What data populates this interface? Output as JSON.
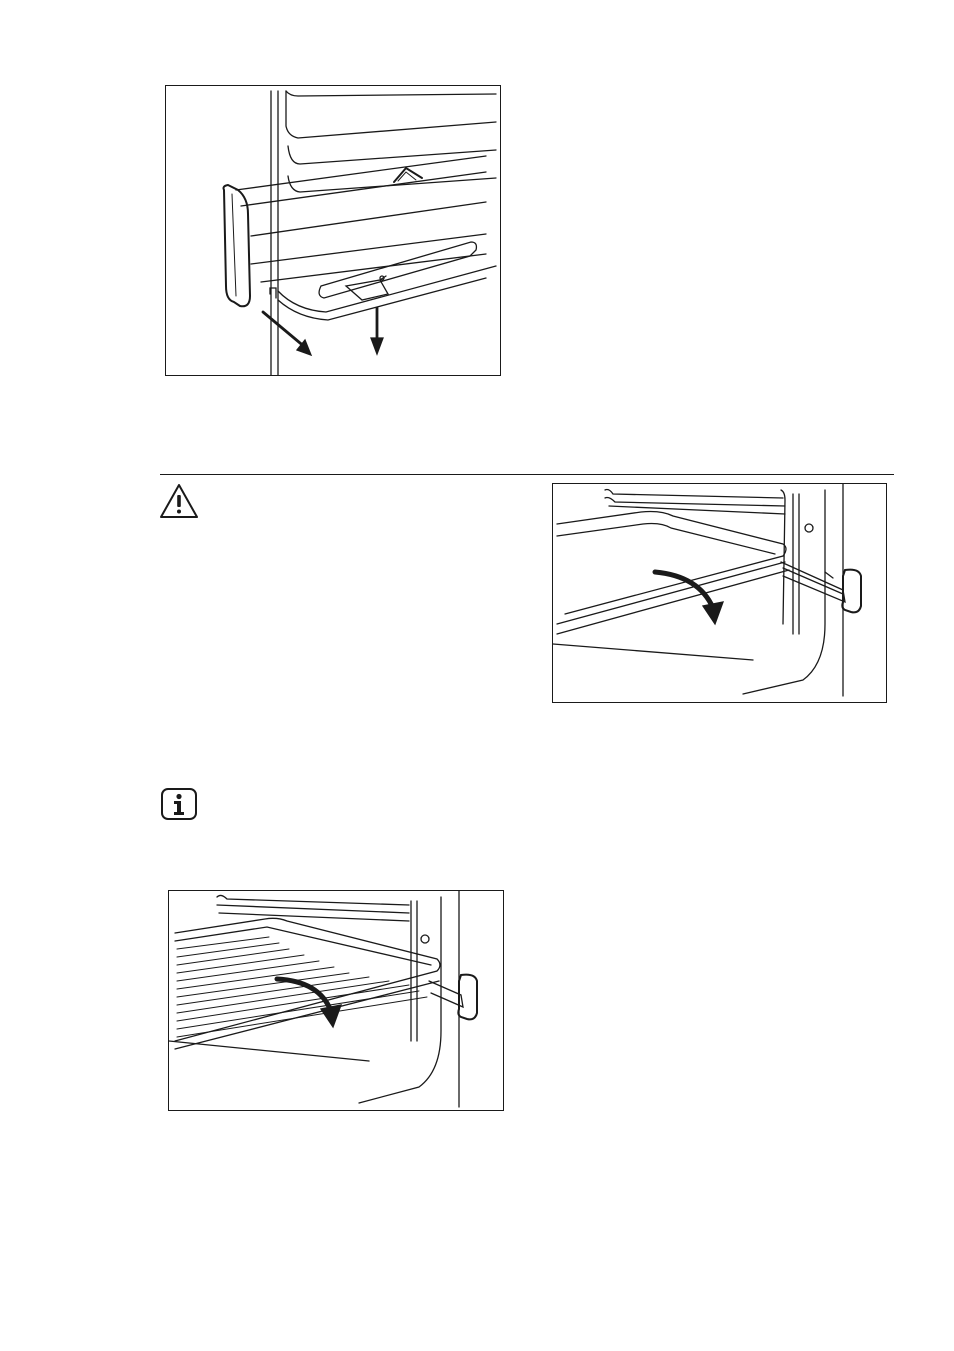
{
  "icons": {
    "warning": "warning-triangle-icon",
    "info": "information-icon"
  },
  "figures": [
    {
      "name": "telescopic-runner-removal-figure"
    },
    {
      "name": "wire-shelf-tilt-figure"
    },
    {
      "name": "grill-grid-tilt-figure"
    }
  ]
}
